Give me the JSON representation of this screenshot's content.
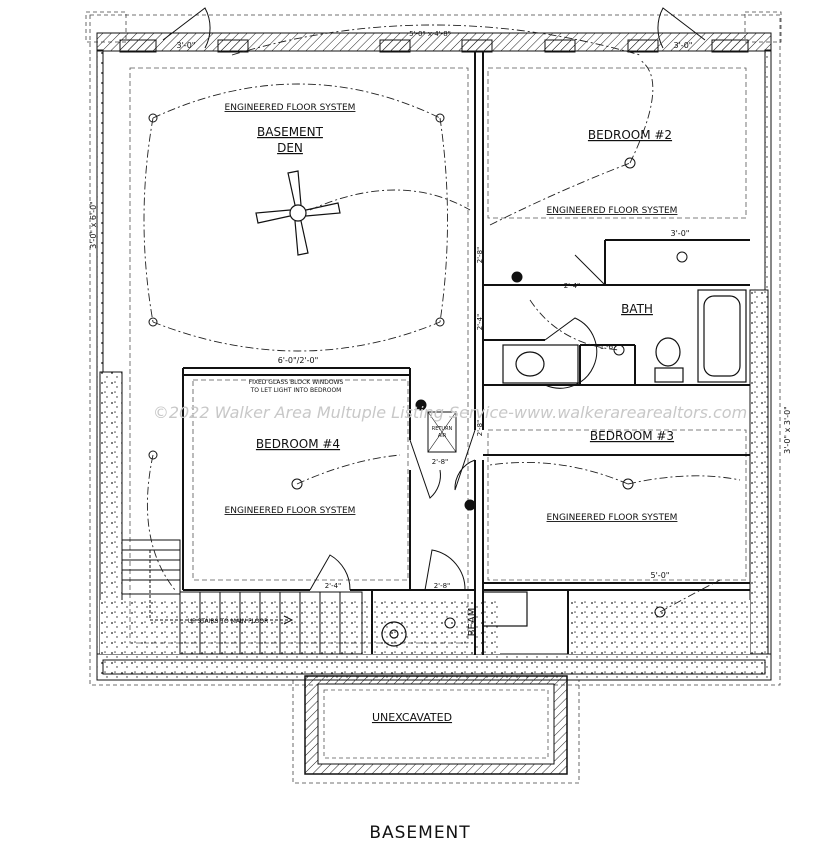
{
  "rooms": {
    "den_line1": "BASEMENT",
    "den_line2": "DEN",
    "bedroom2": "BEDROOM #2",
    "bedroom3": "BEDROOM #3",
    "bedroom4": "BEDROOM #4",
    "bath": "BATH",
    "unexcavated": "UNEXCAVATED",
    "beam": "BEAM"
  },
  "floor_system": {
    "den": "ENGINEERED FLOOR SYSTEM",
    "bedroom2": "ENGINEERED FLOOR SYSTEM",
    "bedroom4": "ENGINEERED FLOOR SYSTEM",
    "bedroom3": "ENGINEERED FLOOR SYSTEM"
  },
  "notes": {
    "glass_block_1": "FIXED GLASS BLOCK WINDOWS",
    "glass_block_2": "TO LET LIGHT INTO BEDROOM",
    "return_air_1": "RETURN",
    "return_air_2": "AIR",
    "stairs": "UP STAIRS TO MAIN FLOOR"
  },
  "dimensions": {
    "window_left": "3'-0\"",
    "window_right": "3'-0\"",
    "top_windows": "5'-0\" x 4'-8\"",
    "bed2_closet": "3'-0\"",
    "den_door": "2'-8\"",
    "bath_door": "2'-4\"",
    "bath_side": "2'-4\"",
    "bath_vanity": "1'-6\"",
    "bed4_window": "6'-0\"/2'-0\"",
    "bed4_door": "2'-8\"",
    "bed3_door": "2'-8\"",
    "bed4_closet": "2'-4\"",
    "mech_door": "2'-8\"",
    "bed3_closet": "5'-0\"",
    "left_window": "3'-0\" x 6'-0\"",
    "right_window": "3'-0\" x 3'-0\""
  },
  "title": "BASEMENT",
  "watermark": "©2022 Walker Area Multuple Listing Service-www.walkerarearealtors.com",
  "colors": {
    "line": "#111111",
    "watermark": "#c8c8c8",
    "background": "#ffffff"
  }
}
